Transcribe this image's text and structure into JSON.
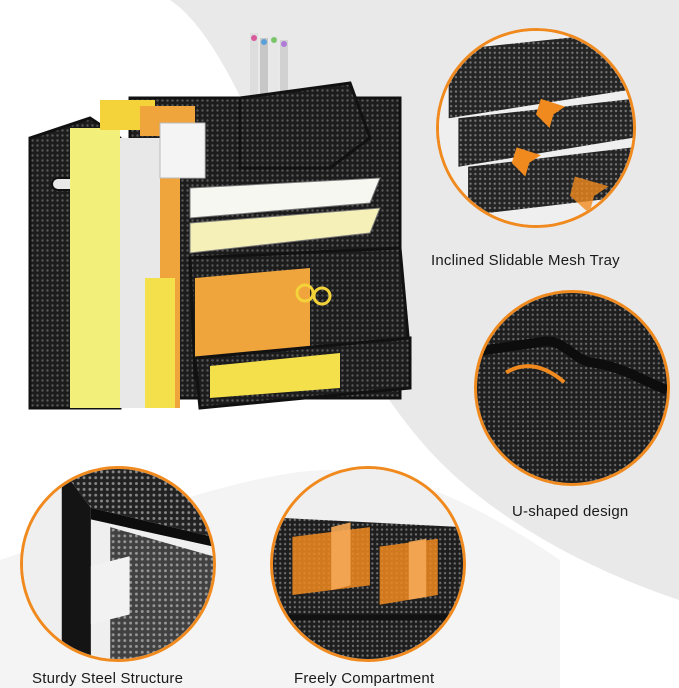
{
  "image": {
    "alt": "Black mesh desk organizer with sliding trays, file holder and pen holder, shown with four close-up detail circles",
    "accent_color": "#f08a1e",
    "swoosh_color": "#e8e8e8"
  },
  "features": [
    {
      "id": "tray",
      "caption": "Inclined Slidable Mesh Tray"
    },
    {
      "id": "ushape",
      "caption": "U-shaped design"
    },
    {
      "id": "steel",
      "caption": "Sturdy Steel Structure"
    },
    {
      "id": "compartment",
      "caption": "Freely Compartment"
    }
  ]
}
